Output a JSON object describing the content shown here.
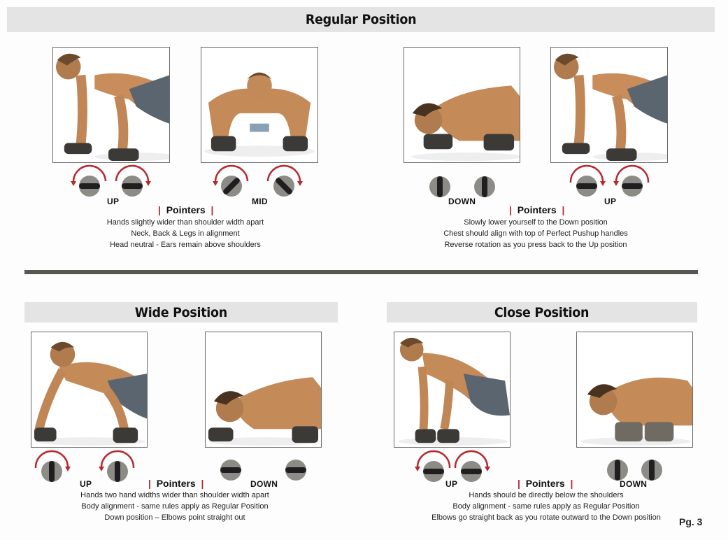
{
  "sections": {
    "regular": {
      "title": "Regular Position",
      "group1": {
        "labels": [
          "UP",
          "MID"
        ],
        "pointers_title": "Pointers",
        "lines": [
          "Hands slightly wider than shoulder width apart",
          "Neck, Back & Legs in alignment",
          "Head neutral - Ears remain above shoulders"
        ]
      },
      "group2": {
        "labels": [
          "DOWN",
          "UP"
        ],
        "pointers_title": "Pointers",
        "lines": [
          "Slowly lower yourself to the Down position",
          "Chest should align with top of Perfect Pushup handles",
          "Reverse rotation as you press back to the Up position"
        ]
      },
      "photos": [
        "Regular up position (side view)",
        "Regular mid position (front view)",
        "Regular down position",
        "Regular up position (return)"
      ]
    },
    "wide": {
      "title": "Wide Position",
      "labels": [
        "UP",
        "DOWN"
      ],
      "pointers_title": "Pointers",
      "lines": [
        "Hands two hand widths wider than shoulder width apart",
        "Body alignment - same rules apply as Regular Position",
        "Down position  –  Elbows point straight out"
      ],
      "photos": [
        "Wide up position",
        "Wide down position"
      ]
    },
    "close": {
      "title": "Close Position",
      "labels": [
        "UP",
        "DOWN"
      ],
      "pointers_title": "Pointers",
      "lines": [
        "Hands should be directly below the shoulders",
        "Body alignment - same rules apply as Regular Position",
        "Elbows go straight back as you rotate outward to the Down position"
      ],
      "photos": [
        "Close up position",
        "Close down position"
      ]
    }
  },
  "page": {
    "number": "Pg. 3"
  },
  "colors": {
    "banner_bg": "#e4e4e4",
    "divider": "#575852",
    "accent_red": "#b52a2f",
    "dial_gray": "#8d8b85",
    "dial_bar": "#1f1f1f"
  },
  "icons": {
    "dial": "rotation-dial-icon",
    "arrow": "rotation-arrow-icon"
  }
}
